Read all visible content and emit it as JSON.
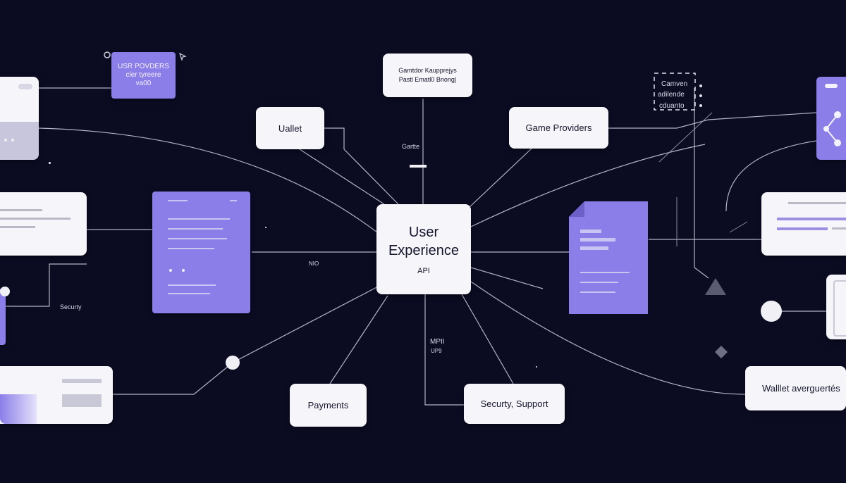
{
  "diagram": {
    "center": {
      "title_line1": "User",
      "title_line2": "Experience",
      "subtitle": "API"
    },
    "nodes": {
      "wallet": "Uallet",
      "game_providers": "Game Providers",
      "payments": "Payments",
      "security_support": "Securty, Support",
      "top_card_line1": "Gamtdor Kaupprejys",
      "top_card_line2": "Pastl Ematl0 Bnong|",
      "user_providers_line1": "USR POVDERS",
      "user_providers_line2": "cler tyreere",
      "user_providers_line3": "va00",
      "wallet_averguertes": "Walllet averguertés"
    },
    "labels": {
      "gartte": "Gartte",
      "nio": "NIO",
      "mpii": "MPII",
      "up9": "UP9",
      "securty": "Securty",
      "camven": "Camven",
      "adilende": "adilende",
      "cduanto": "cduanto"
    },
    "colors": {
      "background": "#0b0b22",
      "card": "#f6f6fa",
      "accent": "#8b7ee8",
      "line": "#b4b4c4"
    }
  }
}
